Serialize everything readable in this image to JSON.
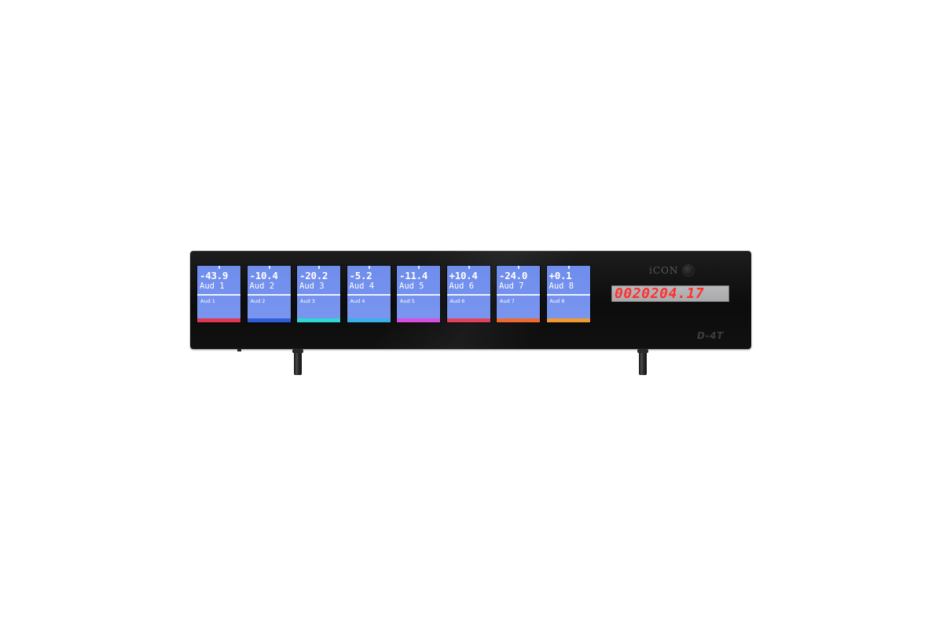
{
  "device": {
    "brand": "iCON",
    "model": "D-4T",
    "timecode": "0020204.17",
    "brand_knob_icon": "round-button-icon"
  },
  "strips": [
    {
      "value": "-43.9",
      "name": "Aud 1",
      "sub": "Aud 1",
      "color": "#e0374f"
    },
    {
      "value": "-10.4",
      "name": "Aud 2",
      "sub": "Aud 2",
      "color": "#2f5fd6"
    },
    {
      "value": "-20.2",
      "name": "Aud 3",
      "sub": "Aud 3",
      "color": "#2fd8d0"
    },
    {
      "value": "-5.2",
      "name": "Aud 4",
      "sub": "Aud 4",
      "color": "#3ab0e8"
    },
    {
      "value": "-11.4",
      "name": "Aud 5",
      "sub": "Aud 5",
      "color": "#d84fe0"
    },
    {
      "value": "+10.4",
      "name": "Aud 6",
      "sub": "Aud 6",
      "color": "#e0435a"
    },
    {
      "value": "-24.0",
      "name": "Aud 7",
      "sub": "Aud 7",
      "color": "#ef6a2f"
    },
    {
      "value": "+0.1",
      "name": "Aud 8",
      "sub": "Aud 8",
      "color": "#f39a2e"
    }
  ]
}
